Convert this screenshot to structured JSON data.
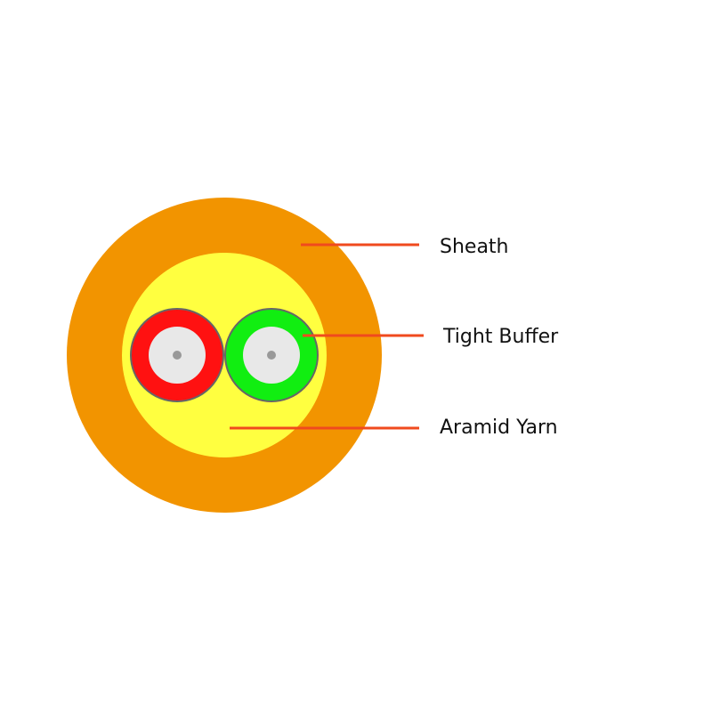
{
  "colors": {
    "sheath": "#f29400",
    "aramid_yarn": "#ffff40",
    "buffer_1": "#ff1111",
    "buffer_2": "#11ee11",
    "buffer_outline": "#666666",
    "fiber_cladding": "#e8e8e8",
    "fiber_core": "#999999",
    "leader_line": "#f04a1e",
    "label_text": "#111111"
  },
  "labels": {
    "sheath": "Sheath",
    "tight_buffer": "Tight Buffer",
    "aramid_yarn": "Aramid Yarn"
  }
}
